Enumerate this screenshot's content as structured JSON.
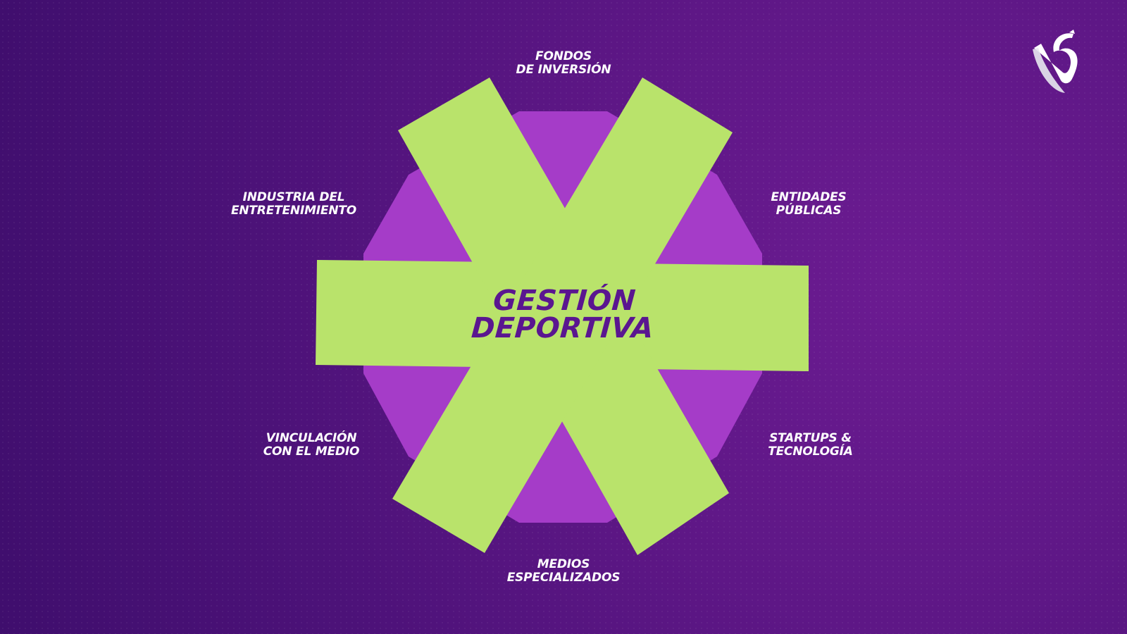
{
  "center": {
    "line1": "GESTIÓN",
    "line2": "DEPORTIVA"
  },
  "labels": {
    "top": {
      "line1": "FONDOS",
      "line2": "DE INVERSIÓN"
    },
    "top_right": {
      "line1": "ENTIDADES",
      "line2": "PÚBLICAS"
    },
    "bottom_right": {
      "line1": "STARTUPS &",
      "line2": "TECNOLOGÍA"
    },
    "bottom": {
      "line1": "MEDIOS",
      "line2": "ESPECIALIZADOS"
    },
    "bottom_left": {
      "line1": "VINCULACIÓN",
      "line2": "CON EL MEDIO"
    },
    "top_left": {
      "line1": "INDUSTRIA DEL",
      "line2": "ENTRETENIMIENTO"
    }
  },
  "colors": {
    "background": "#4d1279",
    "asterisk": "#b9e36b",
    "hexagon": "#a53cc8",
    "center_text": "#5a1690",
    "label_text": "#ffffff"
  },
  "logo": {
    "icon": "vs-brand-logo-icon"
  }
}
